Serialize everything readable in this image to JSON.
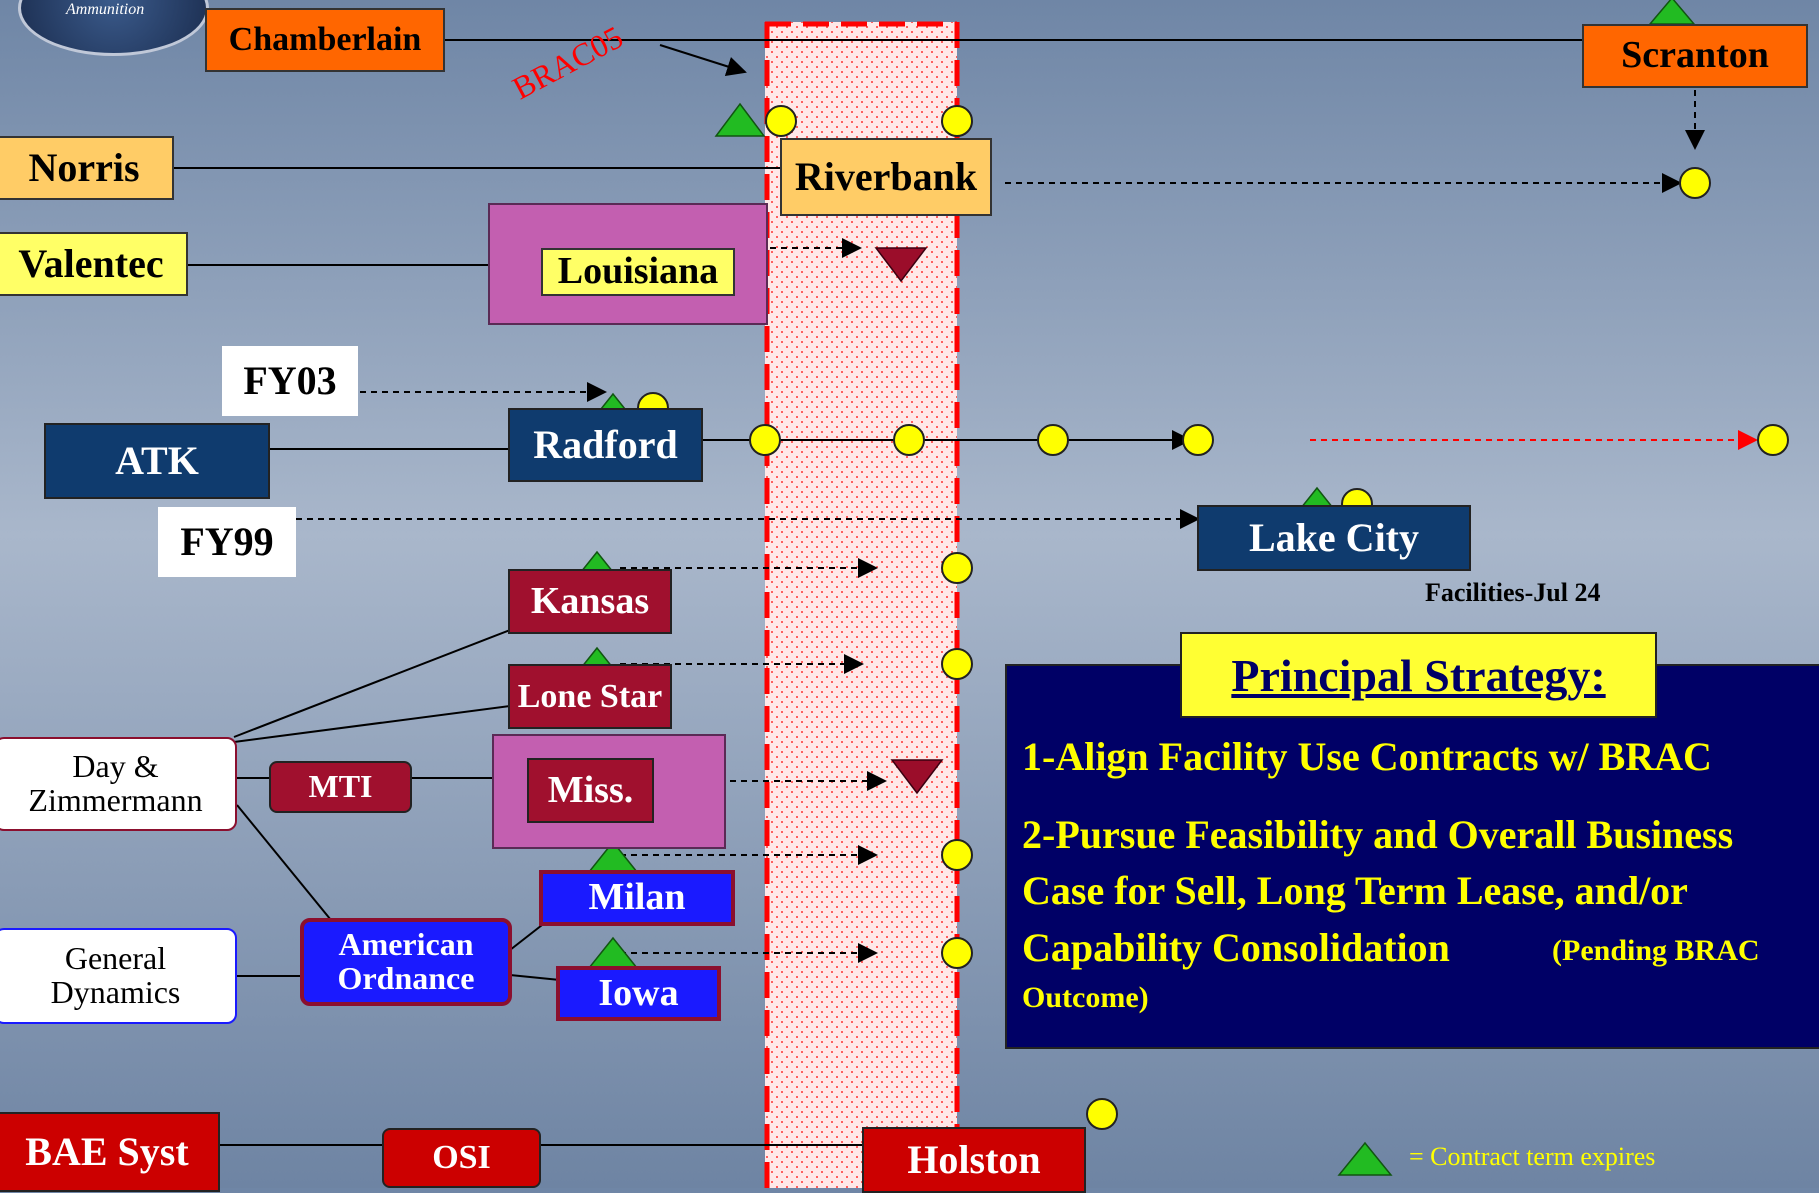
{
  "logo": {
    "text": "Ammunition"
  },
  "annotation_brac": "BRAC05",
  "nodes": {
    "chamberlain": "Chamberlain",
    "scranton": "Scranton",
    "norris": "Norris",
    "riverbank": "Riverbank",
    "valentec": "Valentec",
    "louisiana": "Louisiana",
    "fy03": "FY03",
    "atk": "ATK",
    "radford": "Radford",
    "fy99": "FY99",
    "lake_city": "Lake City",
    "kansas": "Kansas",
    "lone_star": "Lone Star",
    "day_zimmermann": "Day &\nZimmermann",
    "mti": "MTI",
    "miss": "Miss.",
    "milan": "Milan",
    "general_dynamics": "General\nDynamics",
    "american_ordnance": "American\nOrdnance",
    "iowa": "Iowa",
    "bae": "BAE Syst",
    "osi": "OSI",
    "holston": "Holston"
  },
  "caption": "Facilities-Jul 24",
  "strategy": {
    "title": "Principal Strategy:",
    "point1": "1-Align Facility Use Contracts w/ BRAC",
    "point2_line1": "2-Pursue Feasibility and Overall Business",
    "point2_line2": "Case for Sell, Long Term Lease, and/or",
    "point2_line3": "Capability Consolidation",
    "point2_note": "(Pending BRAC",
    "point2_line4": "Outcome)"
  },
  "legend": {
    "triangle_label": "= Contract term expires"
  },
  "colors": {
    "background": "#8a9cb8",
    "brac_band": "#ff0000",
    "triangle": "#22bb22",
    "circle": "#ffff00",
    "down_triangle": "#9b0d2a",
    "strategy_bg": "#000066"
  }
}
